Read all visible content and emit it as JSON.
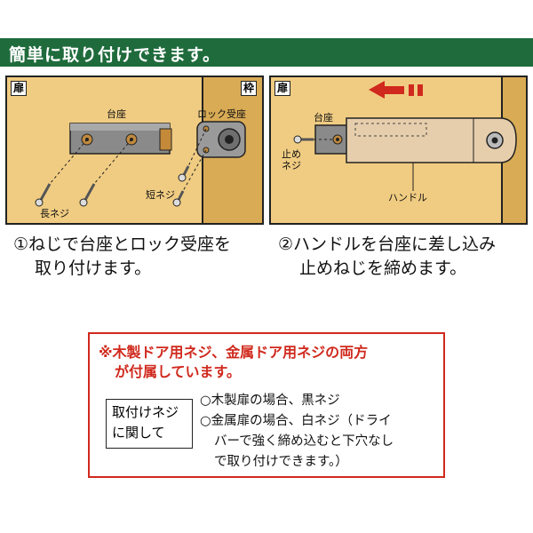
{
  "header": {
    "title": "簡単に取り付けできます。"
  },
  "step1": {
    "door_tag": "扉",
    "frame_tag": "枠",
    "base_label": "台座",
    "lock_receiver_label": "ロック受座",
    "long_screw_label": "長ネジ",
    "short_screw_label": "短ネジ",
    "caption_line1": "①ねじで台座とロック受座を",
    "caption_line2": "取り付けます。"
  },
  "step2": {
    "door_tag": "扉",
    "base_label": "台座",
    "stop_screw_label_line1": "止め",
    "stop_screw_label_line2": "ネジ",
    "handle_label": "ハンドル",
    "caption_line1": "②ハンドルを台座に差し込み",
    "caption_line2": "止めねじを締めます。"
  },
  "notice": {
    "headline_line1": "※木製ドア用ネジ、金属ドア用ネジの両方",
    "headline_line2": "が付属しています。",
    "box_line1": "取付けネジ",
    "box_line2": "に関して",
    "note1": "○木製扉の場合、黒ネジ",
    "note2_line1": "○金属扉の場合、白ネジ（ドライ",
    "note2_line2": "バーで強く締め込むと下穴なし",
    "note2_line3": "で取り付けできます。）"
  },
  "colors": {
    "header_bg": "#1f6b3c",
    "door_wood": "#f0cc82",
    "frame_wood": "#d9ab55",
    "handle": "#e6ceac",
    "arrow": "#d0291d",
    "notice_border": "#d0291d"
  }
}
